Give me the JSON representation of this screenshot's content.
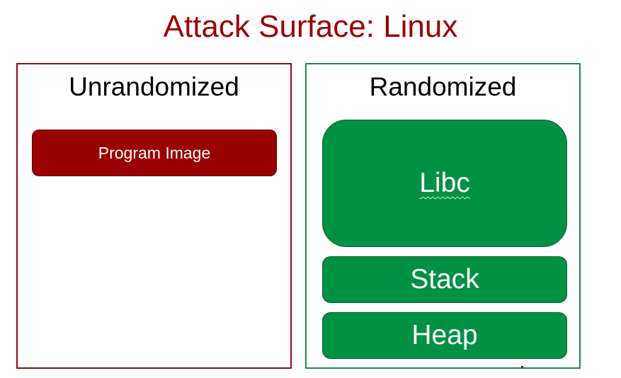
{
  "title": "Attack Surface: Linux",
  "panels": {
    "unrandomized": {
      "heading": "Unrandomized",
      "items": [
        "Program Image"
      ]
    },
    "randomized": {
      "heading": "Randomized",
      "items": [
        "Libc",
        "Stack",
        "Heap"
      ]
    }
  },
  "colors": {
    "title": "#9b0000",
    "unrandomized_border": "#8b0d0d",
    "unrandomized_block": "#990000",
    "randomized_border": "#1f8a48",
    "randomized_block": "#009144"
  }
}
